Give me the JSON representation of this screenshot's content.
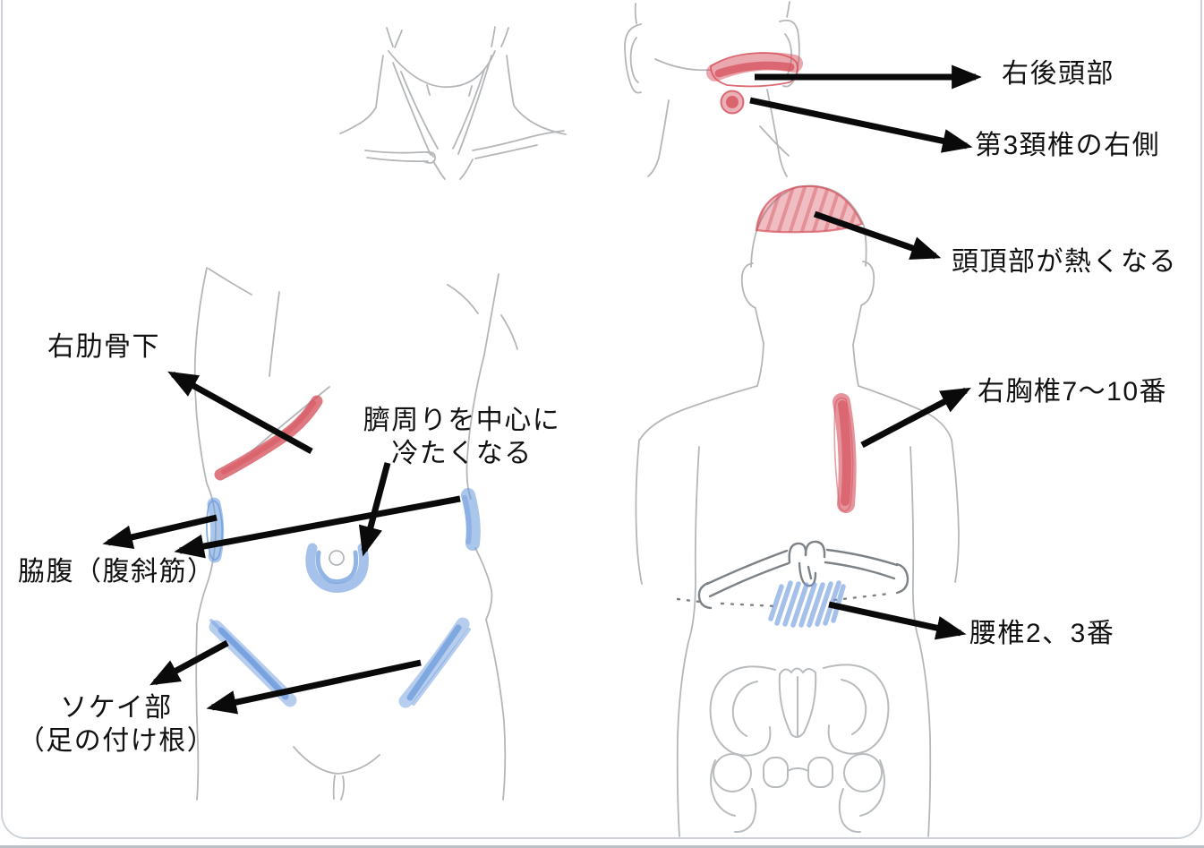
{
  "canvas": {
    "background": "#ffffff",
    "border_color": "#cdd3d9"
  },
  "palette": {
    "hot_marker": "#d5525e",
    "cold_marker": "#6f9cdd",
    "sketch_line": "#b4b7ba",
    "hands_line": "#7d8287",
    "arrow": "#0a0a0a",
    "text": "#111111"
  },
  "annotations": {
    "right_occiput": {
      "text": "右後頭部",
      "marker_color": "red"
    },
    "c3_right": {
      "text": "第3頚椎の右側",
      "marker_color": "red"
    },
    "crown_hot": {
      "text": "頭頂部が熱くなる",
      "marker_color": "red"
    },
    "thoracic_7_10": {
      "text": "右胸椎7〜10番",
      "marker_color": "red"
    },
    "lumbar_2_3": {
      "text": "腰椎2、3番",
      "marker_color": "blue"
    },
    "under_right_rib": {
      "text": "右肋骨下",
      "marker_color": "red"
    },
    "navel_cold": {
      "line1": "臍周りを中心に",
      "line2": "冷たくなる",
      "marker_color": "blue"
    },
    "flank": {
      "text": "脇腹（腹斜筋）",
      "marker_color": "blue"
    },
    "groin": {
      "line1": "ソケイ部",
      "line2": "（足の付け根）",
      "marker_color": "blue"
    }
  }
}
